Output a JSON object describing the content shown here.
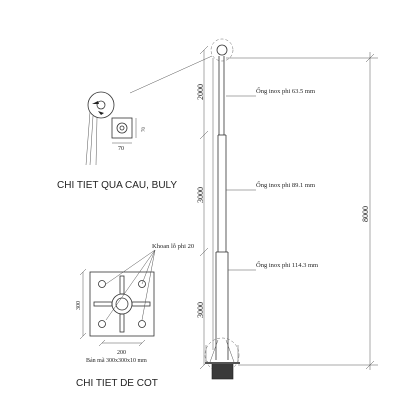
{
  "pipe_labels": {
    "top": "Ống inox phi 63.5 mm",
    "middle": "Ống inox phi 89.1 mm",
    "bottom": "Ống inox phi 114.3 mm"
  },
  "segment_dims": {
    "top": "2000",
    "middle": "3000",
    "bottom": "3000"
  },
  "total_height": "8000",
  "pulley_detail": {
    "title": "CHI TIET QUA CAU, BULY",
    "width_dim": "70",
    "height_dim": "70"
  },
  "base_detail": {
    "title": "CHI TIET DE COT",
    "hole_label": "Khoan lỗ phi 20",
    "plate_label": "Bản mã 300x300x10 mm",
    "plate_dim": "300",
    "bolt_dim": "200"
  },
  "colors": {
    "line": "#333333",
    "concrete": "#3a3a3a"
  }
}
